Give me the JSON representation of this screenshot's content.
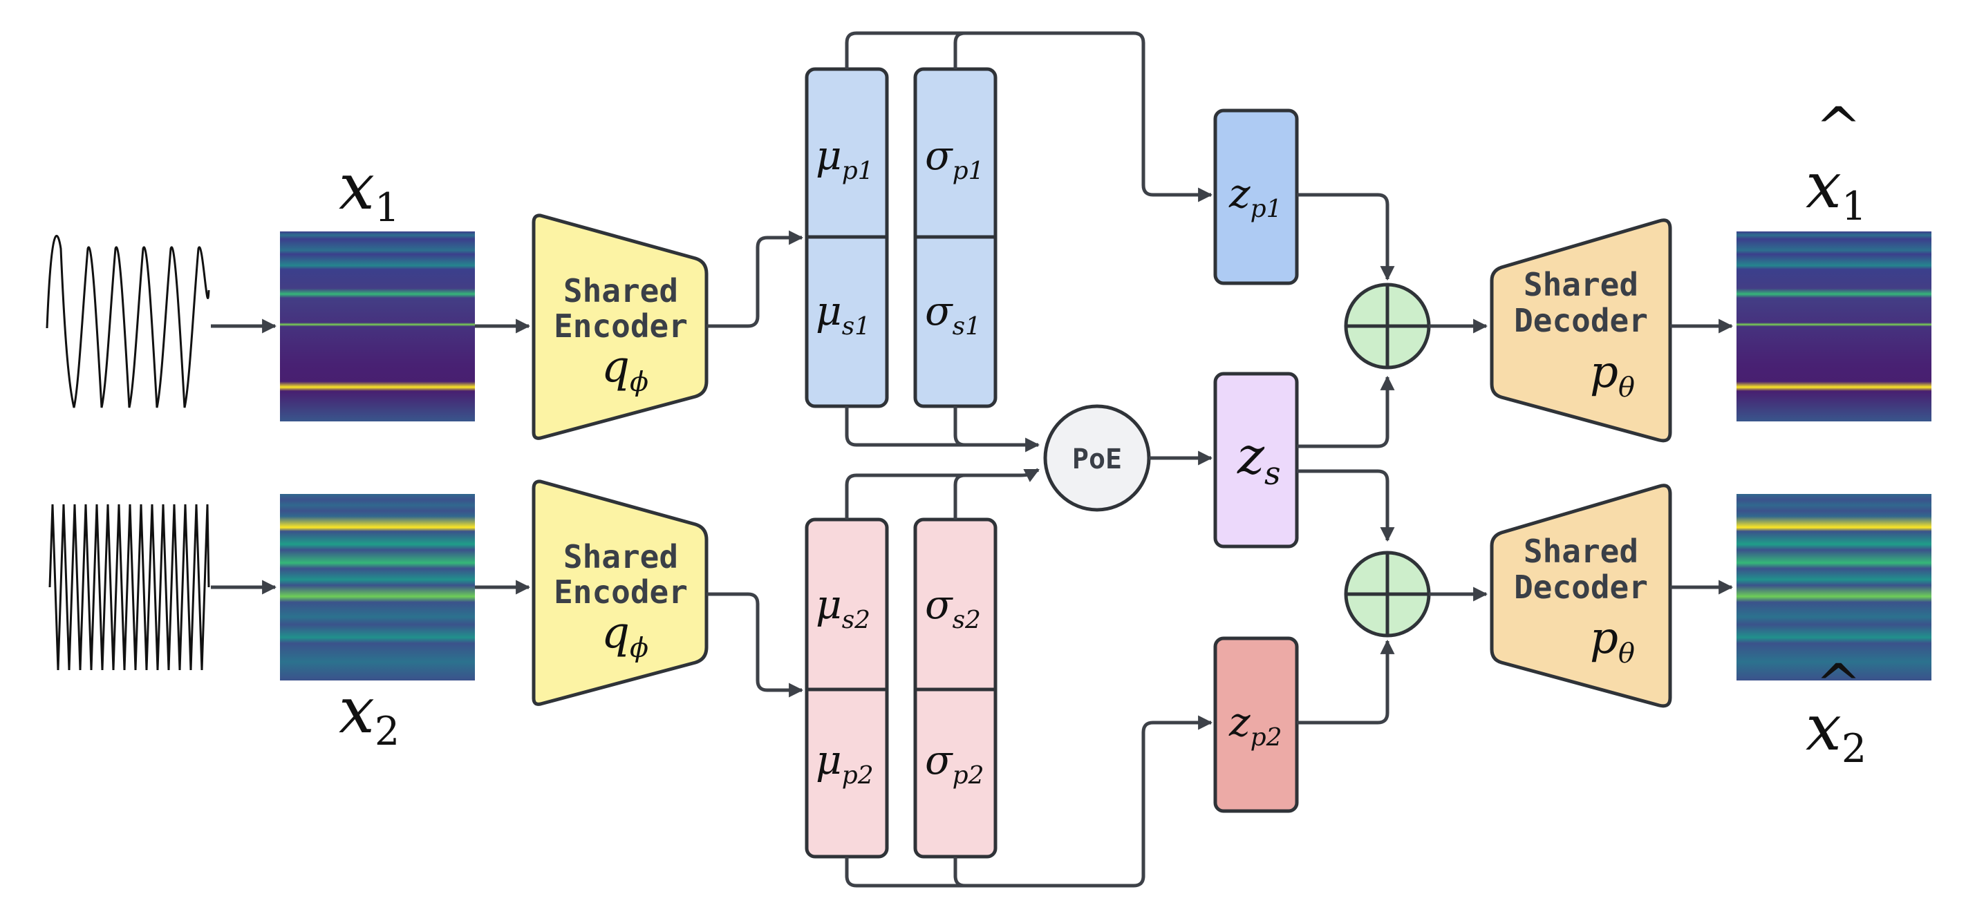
{
  "inputs": {
    "x1": {
      "base": "x",
      "sub": "1"
    },
    "x2": {
      "base": "x",
      "sub": "2"
    }
  },
  "outputs": {
    "xhat1": {
      "base": "x",
      "sub": "1",
      "accent": "^"
    },
    "xhat2": {
      "base": "x",
      "sub": "2",
      "accent": "^"
    }
  },
  "encoder": {
    "line1": "Shared",
    "line2": "Encoder",
    "param_base": "q",
    "param_sub": "ϕ"
  },
  "decoder": {
    "line1": "Shared",
    "line2": "Decoder",
    "param_base": "p",
    "param_sub": "θ"
  },
  "stats_top": {
    "mu_p1": {
      "base": "μ",
      "sub": "p1"
    },
    "sigma_p1": {
      "base": "σ",
      "sub": "p1"
    },
    "mu_s1": {
      "base": "μ",
      "sub": "s1"
    },
    "sigma_s1": {
      "base": "σ",
      "sub": "s1"
    }
  },
  "stats_bottom": {
    "mu_s2": {
      "base": "μ",
      "sub": "s2"
    },
    "sigma_s2": {
      "base": "σ",
      "sub": "s2"
    },
    "mu_p2": {
      "base": "μ",
      "sub": "p2"
    },
    "sigma_p2": {
      "base": "σ",
      "sub": "p2"
    }
  },
  "poe": {
    "label": "PoE"
  },
  "latents": {
    "zp1": {
      "base": "z",
      "sub": "p1"
    },
    "zs": {
      "base": "z",
      "sub": "s"
    },
    "zp2": {
      "base": "z",
      "sub": "p2"
    }
  },
  "colors": {
    "encoder_fill": "#fcf3a4",
    "decoder_fill": "#f8dcaa",
    "stats_top_fill": "#c5d9f3",
    "stats_bottom_fill": "#f8d9dc",
    "zp1_fill": "#aecbf3",
    "zs_fill": "#ecd9fb",
    "zp2_fill": "#ecaaa6",
    "sum_fill": "#cdeecb",
    "poe_fill": "#f1f2f4",
    "spectrogram_bg": "#2a1f5e"
  }
}
